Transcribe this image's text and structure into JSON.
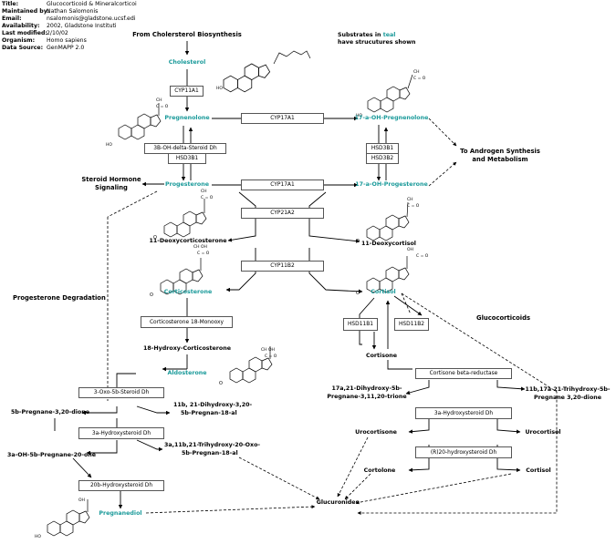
{
  "header": {
    "title_label": "Title:",
    "title": "Glucocorticoid & Mineralcorticoi",
    "maintained_label": "Maintained by:",
    "maintained": "Nathan Salomonis",
    "email_label": "Email:",
    "email": "nsalomonis@gladstone.ucsf.edi",
    "availability_label": "Availability:",
    "availability": "2002, Gladstone Instituti",
    "modified_label": "Last modified:",
    "modified": "2/10/02",
    "organism_label": "Organism:",
    "organism": "Homo sapiens",
    "source_label": "Data Source:",
    "source": "GenMAPP 2.0"
  },
  "notes": {
    "from_chol": "From Cholersterol Biosynthesis",
    "substrates_line1_pre": "Substrates in",
    "substrates_teal": "teal",
    "substrates_line2": "have strucutures shown",
    "androgen_line1": "To Androgen Synthesis",
    "androgen_line2": "and Metabolism",
    "signaling_line1": "Steroid Hormone",
    "signaling_line2": "Signaling",
    "degradation": "Progesterone Degradation",
    "glucocorticoids": "Glucocorticoids"
  },
  "metabolites": {
    "cholesterol": "Cholesterol",
    "pregnenolone": "Pregnenolone",
    "oh_pregnenolone": "17-a-OH-Pregnenolone",
    "progesterone": "Progesterone",
    "oh_progesterone": "17-a-OH-Progesterone",
    "deoxycorticosterone": "11-Deoxycorticosterone",
    "deoxycortisol": "11-Deoxycortisol",
    "corticosterone": "Corticosterone",
    "cortisol": "Cortisol",
    "hydroxy_corticosterone": "18-Hydroxy-Corticosterone",
    "aldosterone": "Aldosterone",
    "dihydroxy_al_1": "11b, 21-Dihydroxy-3,20-",
    "dihydroxy_al_2": "5b-Pregnan-18-al",
    "pregnane_dione": "5b-Pregnane-3,20-dione",
    "trihydroxy_oxo_1": "3a,11b,21-Trihydroxy-20-Oxo-",
    "trihydroxy_oxo_2": "5b-Pregnan-18-al",
    "oh_pregnane_one": "3a-OH-5b-Pregnane-20-one",
    "pregnanediol": "Pregnanediol",
    "cortisone": "Cortisone",
    "dihydroxy_trione_1": "17a,21-Dihydroxy-5b-",
    "dihydroxy_trione_2": "Pregnane-3,11,20-trione",
    "trihydroxy_dione_1": "11b,17a 21-Trihydroxy-5b-",
    "trihydroxy_dione_2": "Pregnane 3,20-dione",
    "urocortisone": "Urocortisone",
    "urocortisol": "Urocortisol",
    "cortolone": "Cortolone",
    "cortisol_low": "Cortisol",
    "glucuronides": "Glucuronides"
  },
  "enzymes": {
    "cyp11a1": "CYP11A1",
    "cyp17a1_top": "CYP17A1",
    "hsd_delta": "3B-OH-delta-Steroid Dh",
    "hsd3b1_left": "HSD3B1",
    "hsd3b1_right": "HSD3B1",
    "hsd3b2_right": "HSD3B2",
    "cyp17a1_mid": "CYP17A1",
    "cyp21a2": "CYP21A2",
    "cyp11b2": "CYP11B2",
    "cs_18_mono": "Corticosterone 18-Monooxy",
    "hsd11b1": "HSD11B1",
    "hsd11b2": "HSD11B2",
    "oxo5b": "3-Oxo-5b-Steroid Dh",
    "hsd3a_left": "3a-Hydroxysteroid Dh",
    "hsd20b": "20b-Hydroxysteroid Dh",
    "cortisone_reductase": "Cortisone beta-reductase",
    "hsd3a_right": "3a-Hydroxysteroid Dh",
    "hsd20r": "(R)20-hydroxysteroid Dh"
  },
  "colors": {
    "teal": "#1a9a9a",
    "line": "#000000",
    "box_border": "#555555"
  },
  "structure_labels": {
    "ch": "CH",
    "co": "C = O",
    "oh": "OH",
    "ho": "HO",
    "ch2oh": "CH  OH"
  }
}
